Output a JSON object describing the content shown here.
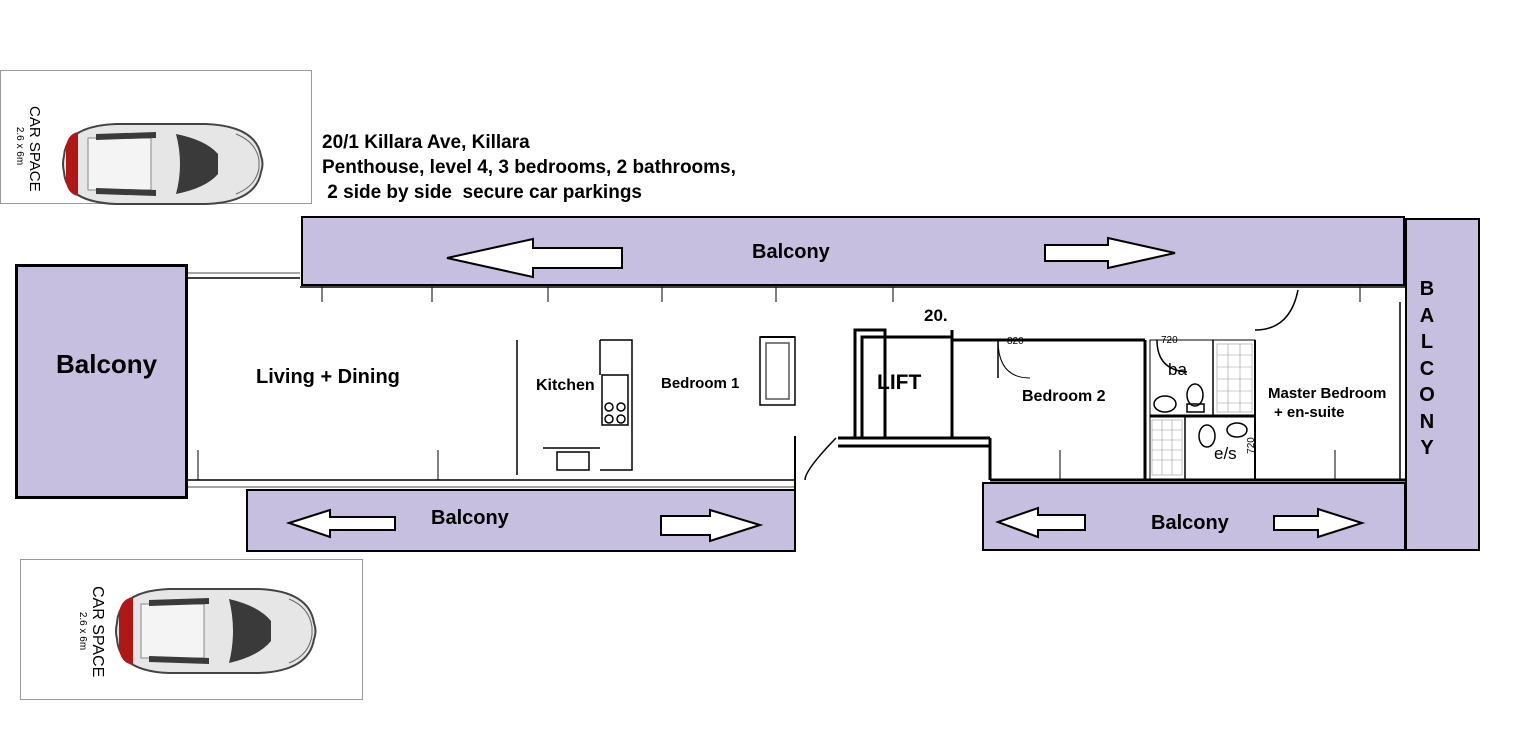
{
  "header": {
    "line1": "20/1 Killara Ave, Killara",
    "line2": "Penthouse, level 4, 3 bedrooms, 2 bathrooms,",
    "line3": " 2 side by side  secure car parkings"
  },
  "car_spaces": [
    {
      "label": "CAR SPACE",
      "size": "2.6 x 6m"
    },
    {
      "label": "CAR SPACE",
      "size": "2.6 x 6m"
    }
  ],
  "balconies": {
    "top": "Balcony",
    "left": "Balcony",
    "bottom_left": "Balcony",
    "bottom_right": "Balcony",
    "right": [
      "B",
      "A",
      "L",
      "C",
      "O",
      "N",
      "Y"
    ]
  },
  "rooms": {
    "living_dining": "Living + Dining",
    "kitchen": "Kitchen",
    "bedroom1": "Bedroom 1",
    "lift": "LIFT",
    "unit_number": "20.",
    "bedroom2": "Bedroom 2",
    "bathroom": "ba",
    "ensuite": "e/s",
    "master_bedroom_line1": "Master Bedroom",
    "master_bedroom_line2": "+ en-suite"
  },
  "dimensions": {
    "door_bedroom2": "820",
    "door_bathroom": "720",
    "door_ensuite": "720"
  },
  "colors": {
    "balcony_fill": "#c7bfe0",
    "wall": "#000000"
  }
}
